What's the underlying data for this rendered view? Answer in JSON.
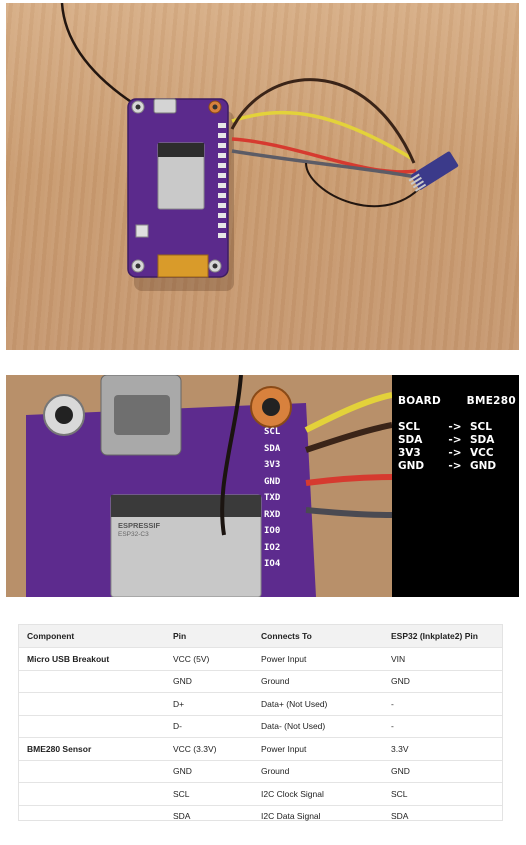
{
  "photo2": {
    "pin_map": {
      "header_left": "BOARD",
      "header_right": "BME280",
      "arrow": "->",
      "rows": [
        {
          "board": "SCL",
          "sensor": "SCL"
        },
        {
          "board": "SDA",
          "sensor": "SDA"
        },
        {
          "board": "3V3",
          "sensor": "VCC"
        },
        {
          "board": "GND",
          "sensor": "GND"
        }
      ]
    },
    "silkscreen": [
      "SCL",
      "SDA",
      "3V3",
      "GND",
      "TXD",
      "RXD",
      "IO0",
      "IO2",
      "IO4"
    ],
    "module_text": [
      "ESPRESSIF",
      "ESP32-C3"
    ]
  },
  "table": {
    "headers": [
      "Component",
      "Pin",
      "Connects To",
      "ESP32 (Inkplate2) Pin"
    ],
    "rows": [
      [
        "Micro USB Breakout",
        "VCC (5V)",
        "Power Input",
        "VIN"
      ],
      [
        "",
        "GND",
        "Ground",
        "GND"
      ],
      [
        "",
        "D+",
        "Data+ (Not Used)",
        "-"
      ],
      [
        "",
        "D-",
        "Data- (Not Used)",
        "-"
      ],
      [
        "BME280 Sensor",
        "VCC (3.3V)",
        "Power Input",
        "3.3V"
      ],
      [
        "",
        "GND",
        "Ground",
        "GND"
      ],
      [
        "",
        "SCL",
        "I2C Clock Signal",
        "SCL"
      ],
      [
        "",
        "SDA",
        "I2C Data Signal",
        "SDA"
      ]
    ]
  },
  "colors": {
    "board_purple": "#5b2a8c",
    "wood": "#d2a87e",
    "wire_yellow": "#e3d23a",
    "wire_red": "#d63a2f",
    "wire_black": "#2a1c14",
    "wire_gray": "#5c5c66",
    "header_bg": "#f2f2f2"
  }
}
